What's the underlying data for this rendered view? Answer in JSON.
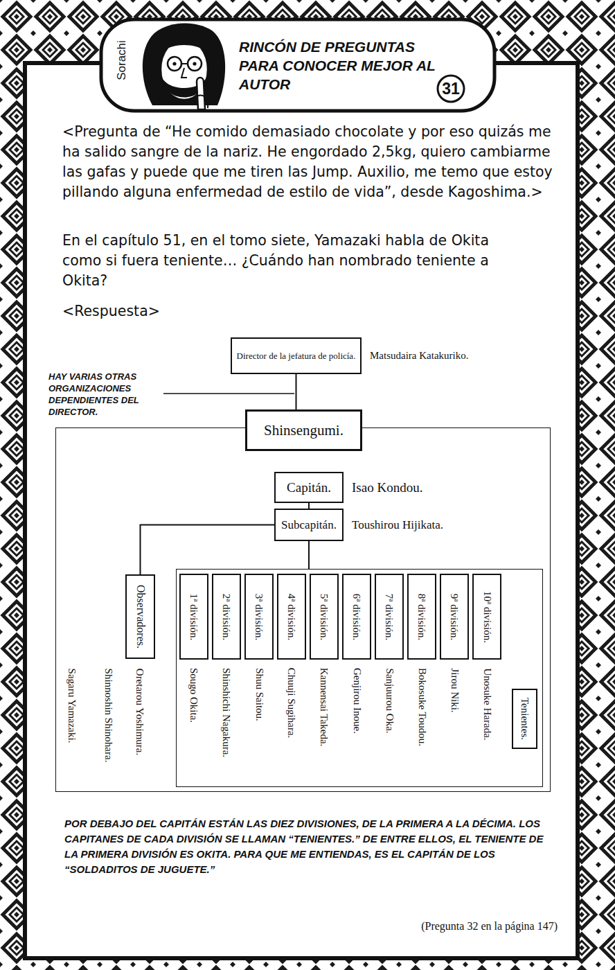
{
  "diagram": {
    "title": "RINCÓN DE PREGUNTAS PARA CONOCER MEJOR AL AUTOR",
    "nodes": [
      {
        "text": [
          "Director de la jefatura de policía.",
          "Matsudaira Katakuriko."
        ]
      },
      {
        "text": [
          "Shinsengumi."
        ]
      },
      {
        "text": [
          "Capitán.",
          "Isao Kondou."
        ],
        "in": 1
      },
      {
        "text": [
          "Subcapitán.",
          "Toushirou Hijikata."
        ],
        "in": 1
      },
      {
        "text": [
          "Observadores."
        ],
        "in": 1
      },
      {
        "text": [
          "Tenientes."
        ],
        "in": 1
      },
      {
        "text": [
          "1ª división.",
          "Sougo Okita."
        ],
        "in": 5
      },
      {
        "text": [
          "2ª división.",
          "Shinshichi Nagakura."
        ],
        "in": 5
      },
      {
        "text": [
          "3ª división.",
          "Shuu Saitou."
        ],
        "in": 5
      },
      {
        "text": [
          "4ª división.",
          "Chuuji Sugihara."
        ],
        "in": 5
      },
      {
        "text": [
          "5ª división.",
          "Kannensai Takeda."
        ],
        "in": 5
      },
      {
        "text": [
          "6ª división.",
          "Genjirou Inoue."
        ],
        "in": 5
      },
      {
        "text": [
          "7ª división.",
          "Sanjuurou Oka."
        ],
        "in": 5
      },
      {
        "text": [
          "8ª división.",
          "Bokosuke Toudou."
        ],
        "in": 5
      },
      {
        "text": [
          "9ª división.",
          "Jirou Niki."
        ],
        "in": 5
      },
      {
        "text": [
          "10ª división.",
          "Unosuke Harada."
        ],
        "in": 5
      }
    ],
    "edges": [
      {
        "from": 0,
        "to": 1,
        "arrow": "none"
      },
      {
        "from": 2,
        "to": 3,
        "arrow": "none"
      },
      {
        "from": 3,
        "to": 4,
        "arrow": "none"
      },
      {
        "from": 3,
        "to": 5,
        "arrow": "none"
      }
    ],
    "labels": [
      "Sorachi",
      "31",
      "<Pregunta de “He comido demasiado chocolate y por eso quizás me ha salido sangre de la nariz. He engordado 2,5kg, quiero cambiarme las gafas y puede que me tiren las Jump. Auxilio, me temo que estoy pillando alguna enfermedad de estilo de vida”, desde Kagoshima.>",
      "En el capítulo 51, en el tomo siete, Yamazaki habla de Okita como si fuera teniente… ¿Cuándo han nombrado teniente a Okita?",
      "<Respuesta>",
      "HAY VARIAS OTRAS ORGANIZACIONES DEPENDIENTES DEL DIRECTOR.",
      "Sagaru Yamazaki.",
      "Shinnoshin Shinohara.",
      "Oretarou Yoshimura.",
      "POR DEBAJO DEL CAPITÁN ESTÁN LAS DIEZ DIVISIONES, DE LA PRIMERA A LA DÉCIMA. LOS CAPITANES DE CADA DIVISIÓN SE LLAMAN “TENIENTES.” DE ENTRE ELLOS, EL TENIENTE DE LA PRIMERA DIVISIÓN ES OKITA. PARA QUE ME ENTIENDAS, ES EL CAPITÁN DE LOS “SOLDADITOS DE JUGUETE.”",
      "(Pregunta 32 en la página 147)"
    ]
  }
}
